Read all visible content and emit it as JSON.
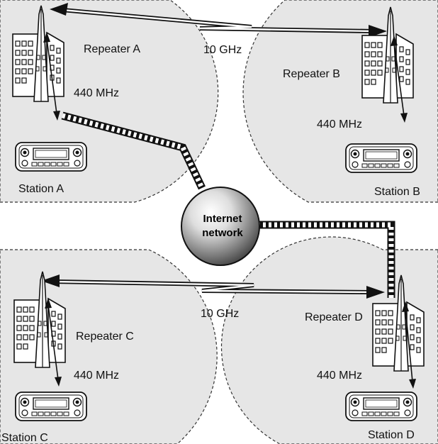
{
  "labels": {
    "repeater_a": "Repeater A",
    "repeater_b": "Repeater B",
    "repeater_c": "Repeater C",
    "repeater_d": "Repeater D",
    "station_a": "Station A",
    "station_b": "Station B",
    "station_c": "Station C",
    "station_d": "Station D",
    "freq_uhf_a": "440 MHz",
    "freq_uhf_b": "440 MHz",
    "freq_uhf_c": "440 MHz",
    "freq_uhf_d": "440 MHz",
    "freq_link_top": "10 GHz",
    "freq_link_bottom": "10 GHz",
    "internet_line1": "Internet",
    "internet_line2": "network"
  },
  "colors": {
    "zone_fill": "#e6e6e6",
    "ink": "#111111"
  }
}
